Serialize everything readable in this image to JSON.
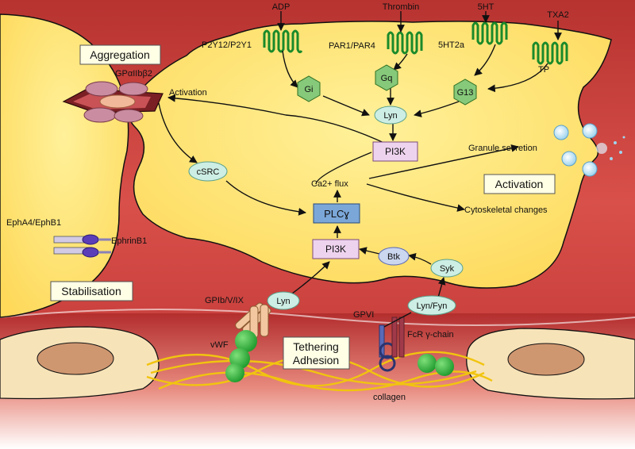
{
  "agonists": {
    "adp": "ADP",
    "thrombin": "Thrombin",
    "ht5": "5HT",
    "txa2": "TXA2"
  },
  "receptors": {
    "p2y": "P2Y12/P2Y1",
    "par": "PAR1/PAR4",
    "ht2a": "5HT2a",
    "tp": "TP",
    "gpiib": "GPαIIbβ2",
    "gpib": "GPIb/V/IX",
    "gpvi": "GPVI",
    "fcr": "FcR γ-chain",
    "eph": "EphA4/EphB1",
    "ephrin": "EphrinB1"
  },
  "gproteins": {
    "gi": "Gi",
    "gq": "Gq",
    "g13": "G13"
  },
  "nodes": {
    "lyn_top": "Lyn",
    "pi3k_top": "PI3K",
    "csrc": "cSRC",
    "plc": "PLCɣ",
    "pi3k_mid": "PI3K",
    "btk": "Btk",
    "syk": "Syk",
    "lyn_bottom": "Lyn",
    "lynfyn": "Lyn/Fyn"
  },
  "labels": {
    "activation_small": "Activation",
    "ca_flux": "Ca2+ flux",
    "granule": "Granule secretion",
    "cytoskeletal": "Cytoskeletal changes",
    "vwf": "vWF",
    "collagen": "collagen"
  },
  "boxes": {
    "aggregation": "Aggregation",
    "activation": "Activation",
    "stabilisation": "Stabilisation",
    "tethering_1": "Tethering",
    "tethering_2": "Adhesion"
  },
  "colors": {
    "tissue_red": "#c0392f",
    "platelet_yellow": "#ffe36b",
    "gprotein_green": "#86c97a",
    "node_teal": "#cdeee4",
    "pi3k_pink": "#eed3ee",
    "plc_blue": "#7ba7d8"
  }
}
